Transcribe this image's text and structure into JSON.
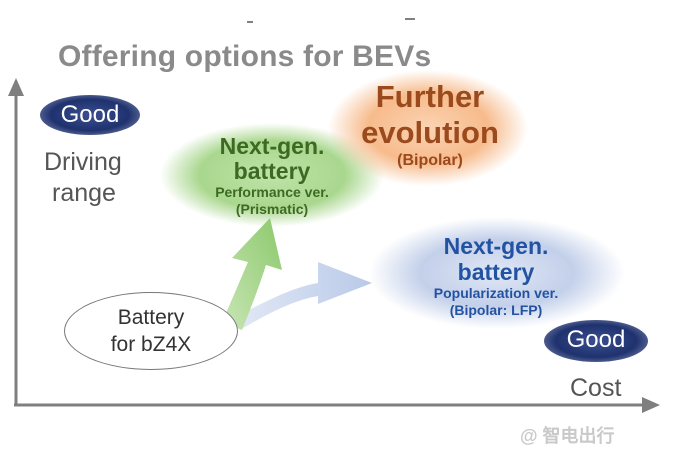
{
  "title": "Offering options for BEVs",
  "good_top": "Good",
  "good_bottom": "Good",
  "y_axis": {
    "line1": "Driving",
    "line2": "range"
  },
  "x_axis": "Cost",
  "start": {
    "line1": "Battery",
    "line2": "for bZ4X"
  },
  "performance": {
    "line1": "Next-gen.",
    "line2": "battery",
    "line3": "Performance ver.",
    "line4": "(Prismatic)"
  },
  "further": {
    "line1": "Further",
    "line2": "evolution",
    "line3": "(Bipolar)"
  },
  "popularization": {
    "line1": "Next-gen.",
    "line2": "battery",
    "line3": "Popularization ver.",
    "line4": "(Bipolar: LFP)"
  },
  "watermark": "@ 智电出行",
  "colors": {
    "axis": "#7f7f7f",
    "green_cloud": "#a8d58e",
    "orange_cloud": "#f6b98a",
    "blue_cloud": "#c2cfe9",
    "pill": "#1f326f"
  }
}
